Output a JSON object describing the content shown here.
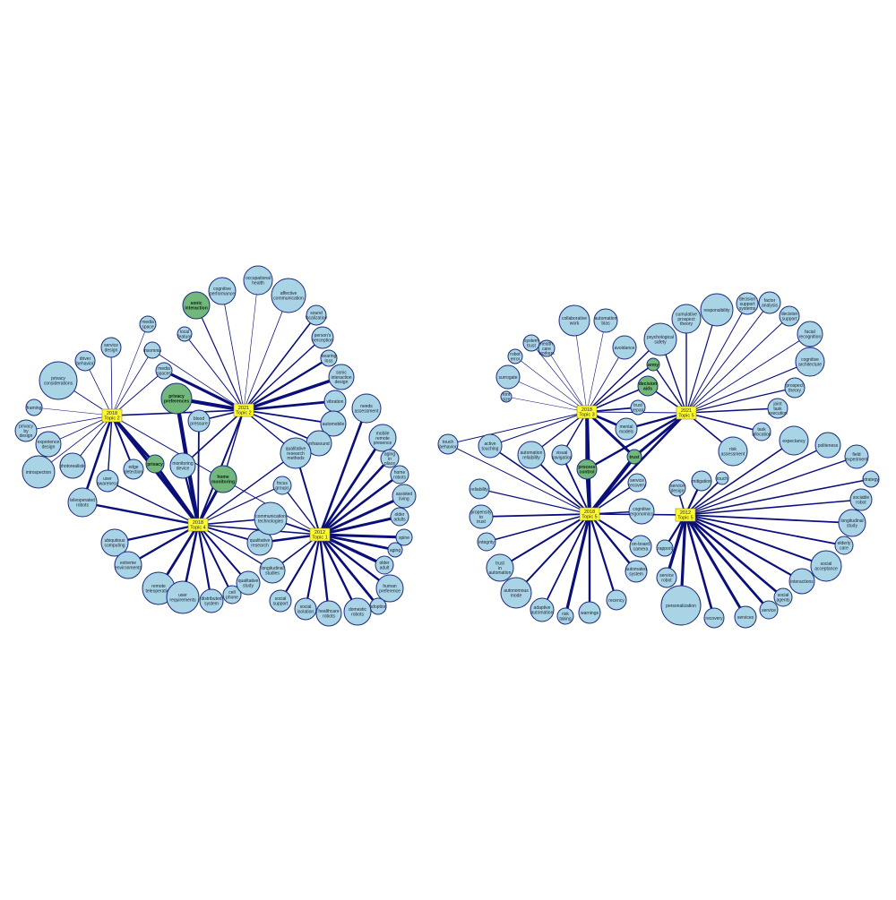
{
  "colors": {
    "term": "#a8d4e6",
    "highlight": "#72b87c",
    "edge": "#0a0f7a",
    "topic": "#fffb2e",
    "outline": "#1d2a7a"
  },
  "graphs": [
    {
      "id": "left",
      "topics": [
        {
          "id": "L1",
          "lines": [
            "2018",
            "Topic 2"
          ]
        },
        {
          "id": "L2",
          "lines": [
            "2021",
            "Topic 2"
          ]
        },
        {
          "id": "L3",
          "lines": [
            "2018",
            "Topic 4"
          ]
        },
        {
          "id": "L4",
          "lines": [
            "2012",
            "Topic 1"
          ]
        }
      ],
      "terms": [
        {
          "id": "l01",
          "lines": [
            "sonic",
            "interaction"
          ],
          "highlight": true
        },
        {
          "id": "l02",
          "lines": [
            "cognitive",
            "performance"
          ]
        },
        {
          "id": "l03",
          "lines": [
            "occupational",
            "health"
          ]
        },
        {
          "id": "l04",
          "lines": [
            "affective",
            "communication"
          ]
        },
        {
          "id": "l05",
          "lines": [
            "sound",
            "localization"
          ]
        },
        {
          "id": "l06",
          "lines": [
            "person's",
            "perception"
          ]
        },
        {
          "id": "l07",
          "lines": [
            "hearing",
            "loss"
          ]
        },
        {
          "id": "l08",
          "lines": [
            "sonic",
            "interaction",
            "design"
          ]
        },
        {
          "id": "l09",
          "lines": [
            "vibration"
          ]
        },
        {
          "id": "l10",
          "lines": [
            "automobile"
          ]
        },
        {
          "id": "l11",
          "lines": [
            "infrasound"
          ]
        },
        {
          "id": "l12",
          "lines": [
            "local",
            "feature"
          ]
        },
        {
          "id": "l13",
          "lines": [
            "media",
            "space"
          ]
        },
        {
          "id": "l14",
          "lines": [
            "service",
            "design"
          ]
        },
        {
          "id": "l15",
          "lines": [
            "driver",
            "behavior"
          ]
        },
        {
          "id": "l16",
          "lines": [
            "insomnia"
          ]
        },
        {
          "id": "l17",
          "lines": [
            "media",
            "spaces"
          ]
        },
        {
          "id": "l18",
          "lines": [
            "privacy",
            "preferences"
          ],
          "highlight": true
        },
        {
          "id": "l19",
          "lines": [
            "privacy",
            "considerations"
          ]
        },
        {
          "id": "l20",
          "lines": [
            "framing"
          ]
        },
        {
          "id": "l21",
          "lines": [
            "privacy",
            "by",
            "design"
          ]
        },
        {
          "id": "l22",
          "lines": [
            "experience",
            "design"
          ]
        },
        {
          "id": "l23",
          "lines": [
            "introspection"
          ]
        },
        {
          "id": "l24",
          "lines": [
            "photorealistic"
          ]
        },
        {
          "id": "l25",
          "lines": [
            "blood",
            "pressure"
          ]
        },
        {
          "id": "l26",
          "lines": [
            "privacy"
          ],
          "highlight": true
        },
        {
          "id": "l27",
          "lines": [
            "edge",
            "detection"
          ]
        },
        {
          "id": "l28",
          "lines": [
            "monitoring",
            "device"
          ]
        },
        {
          "id": "l29",
          "lines": [
            "home",
            "monitoring"
          ],
          "highlight": true
        },
        {
          "id": "l30",
          "lines": [
            "user",
            "awareness"
          ]
        },
        {
          "id": "l31",
          "lines": [
            "teleoperated",
            "robots"
          ]
        },
        {
          "id": "l32",
          "lines": [
            "qualitative",
            "research",
            "methods"
          ]
        },
        {
          "id": "l33",
          "lines": [
            "needs",
            "assessment"
          ]
        },
        {
          "id": "l34",
          "lines": [
            "mobile",
            "remote",
            "presence"
          ]
        },
        {
          "id": "l35",
          "lines": [
            "aging",
            "in",
            "place"
          ]
        },
        {
          "id": "l36",
          "lines": [
            "home",
            "robots"
          ]
        },
        {
          "id": "l37",
          "lines": [
            "assisted",
            "living"
          ]
        },
        {
          "id": "l38",
          "lines": [
            "older",
            "adults"
          ]
        },
        {
          "id": "l39",
          "lines": [
            "spine"
          ]
        },
        {
          "id": "l40",
          "lines": [
            "aging"
          ]
        },
        {
          "id": "l41",
          "lines": [
            "older",
            "adult"
          ]
        },
        {
          "id": "l42",
          "lines": [
            "human",
            "preference"
          ]
        },
        {
          "id": "l43",
          "lines": [
            "adoption"
          ]
        },
        {
          "id": "l44",
          "lines": [
            "domestic",
            "robots"
          ]
        },
        {
          "id": "l45",
          "lines": [
            "healthcare",
            "robots"
          ]
        },
        {
          "id": "l46",
          "lines": [
            "social",
            "isolation"
          ]
        },
        {
          "id": "l47",
          "lines": [
            "social",
            "support"
          ]
        },
        {
          "id": "l48",
          "lines": [
            "longitudinal",
            "studies"
          ]
        },
        {
          "id": "l49",
          "lines": [
            "qualitative",
            "research"
          ]
        },
        {
          "id": "l50",
          "lines": [
            "communication",
            "technologies"
          ]
        },
        {
          "id": "l51",
          "lines": [
            "focus",
            "groups"
          ]
        },
        {
          "id": "l52",
          "lines": [
            "ubiquitous",
            "computing"
          ]
        },
        {
          "id": "l53",
          "lines": [
            "extreme",
            "environments"
          ]
        },
        {
          "id": "l54",
          "lines": [
            "remote",
            "teleoperation"
          ]
        },
        {
          "id": "l55",
          "lines": [
            "user",
            "requirements"
          ]
        },
        {
          "id": "l56",
          "lines": [
            "distributed",
            "system"
          ]
        },
        {
          "id": "l57",
          "lines": [
            "cell",
            "phone"
          ]
        },
        {
          "id": "l58",
          "lines": [
            "qualitative",
            "study"
          ]
        }
      ]
    },
    {
      "id": "right",
      "topics": [
        {
          "id": "R1",
          "lines": [
            "2018",
            "Topic 3"
          ]
        },
        {
          "id": "R2",
          "lines": [
            "2021",
            "Topic 5"
          ]
        },
        {
          "id": "R3",
          "lines": [
            "2018",
            "Topic 5"
          ]
        },
        {
          "id": "R4",
          "lines": [
            "2012",
            "Topic 5"
          ]
        }
      ],
      "terms": [
        {
          "id": "r01",
          "lines": [
            "health",
            "care",
            "workers"
          ]
        },
        {
          "id": "r02",
          "lines": [
            "collaborative",
            "work"
          ]
        },
        {
          "id": "r03",
          "lines": [
            "automation",
            "bias"
          ]
        },
        {
          "id": "r04",
          "lines": [
            "system",
            "trust"
          ]
        },
        {
          "id": "r05",
          "lines": [
            "robot",
            "error"
          ]
        },
        {
          "id": "r06",
          "lines": [
            "surrogate"
          ]
        },
        {
          "id": "r07",
          "lines": [
            "font",
            "size"
          ]
        },
        {
          "id": "r08",
          "lines": [
            "adaptive",
            "automation"
          ]
        },
        {
          "id": "r09",
          "lines": [
            "risk",
            "taking"
          ]
        },
        {
          "id": "r10",
          "lines": [
            "warnings"
          ]
        },
        {
          "id": "r11",
          "lines": [
            "recency"
          ]
        },
        {
          "id": "r12",
          "lines": [
            "avoidance"
          ]
        },
        {
          "id": "r13",
          "lines": [
            "psychological",
            "safety"
          ]
        },
        {
          "id": "r14",
          "lines": [
            "cumulative",
            "prospect",
            "theory"
          ]
        },
        {
          "id": "r15",
          "lines": [
            "responsibility"
          ]
        },
        {
          "id": "r16",
          "lines": [
            "decision",
            "support",
            "systems"
          ]
        },
        {
          "id": "r17",
          "lines": [
            "factor",
            "analysis"
          ]
        },
        {
          "id": "r18",
          "lines": [
            "decision",
            "support"
          ]
        },
        {
          "id": "r19",
          "lines": [
            "facial",
            "recognition"
          ]
        },
        {
          "id": "r20",
          "lines": [
            "cognitive",
            "architecture"
          ]
        },
        {
          "id": "r21",
          "lines": [
            "prospect",
            "theory"
          ]
        },
        {
          "id": "r22",
          "lines": [
            "army"
          ],
          "highlight": true
        },
        {
          "id": "r23",
          "lines": [
            "decision",
            "aids"
          ],
          "highlight": true
        },
        {
          "id": "r24",
          "lines": [
            "trust",
            "repair"
          ]
        },
        {
          "id": "r25",
          "lines": [
            "mental",
            "models"
          ]
        },
        {
          "id": "r26",
          "lines": [
            "joint",
            "task",
            "execution"
          ]
        },
        {
          "id": "r27",
          "lines": [
            "task",
            "allocation"
          ]
        },
        {
          "id": "r28",
          "lines": [
            "risk",
            "assessment"
          ]
        },
        {
          "id": "r29",
          "lines": [
            "touch",
            "behavior"
          ]
        },
        {
          "id": "r30",
          "lines": [
            "active",
            "touching"
          ]
        },
        {
          "id": "r31",
          "lines": [
            "automation",
            "reliability"
          ]
        },
        {
          "id": "r32",
          "lines": [
            "visual",
            "navigation"
          ]
        },
        {
          "id": "r33",
          "lines": [
            "process",
            "control"
          ],
          "highlight": true
        },
        {
          "id": "r34",
          "lines": [
            "trust"
          ],
          "highlight": true
        },
        {
          "id": "r35",
          "lines": [
            "service",
            "recovery"
          ]
        },
        {
          "id": "r36",
          "lines": [
            "cognitive",
            "ergonomics"
          ]
        },
        {
          "id": "r37",
          "lines": [
            "reliability"
          ]
        },
        {
          "id": "r38",
          "lines": [
            "propensity",
            "to",
            "trust"
          ]
        },
        {
          "id": "r39",
          "lines": [
            "integrity"
          ]
        },
        {
          "id": "r40",
          "lines": [
            "trust",
            "in",
            "automation"
          ]
        },
        {
          "id": "r41",
          "lines": [
            "autonomous",
            "mode"
          ]
        },
        {
          "id": "r42",
          "lines": [
            "on-board",
            "camera"
          ]
        },
        {
          "id": "r43",
          "lines": [
            "automated",
            "system"
          ]
        },
        {
          "id": "r44",
          "lines": [
            "mitigation"
          ]
        },
        {
          "id": "r45",
          "lines": [
            "touch"
          ]
        },
        {
          "id": "r46",
          "lines": [
            "service",
            "design"
          ]
        },
        {
          "id": "r47",
          "lines": [
            "expectancy"
          ]
        },
        {
          "id": "r48",
          "lines": [
            "politeness"
          ]
        },
        {
          "id": "r49",
          "lines": [
            "field",
            "experiment"
          ]
        },
        {
          "id": "r50",
          "lines": [
            "strategy"
          ]
        },
        {
          "id": "r51",
          "lines": [
            "sociable",
            "robot"
          ]
        },
        {
          "id": "r52",
          "lines": [
            "longitudinal",
            "study"
          ]
        },
        {
          "id": "r53",
          "lines": [
            "elderly",
            "care"
          ]
        },
        {
          "id": "r54",
          "lines": [
            "social",
            "acceptance"
          ]
        },
        {
          "id": "r55",
          "lines": [
            "interactions"
          ]
        },
        {
          "id": "r56",
          "lines": [
            "social",
            "agents"
          ]
        },
        {
          "id": "r57",
          "lines": [
            "service"
          ]
        },
        {
          "id": "r58",
          "lines": [
            "services"
          ]
        },
        {
          "id": "r59",
          "lines": [
            "recovery"
          ]
        },
        {
          "id": "r60",
          "lines": [
            "personalization"
          ]
        },
        {
          "id": "r61",
          "lines": [
            "service",
            "robot"
          ]
        },
        {
          "id": "r62",
          "lines": [
            "rapport"
          ]
        }
      ]
    }
  ]
}
